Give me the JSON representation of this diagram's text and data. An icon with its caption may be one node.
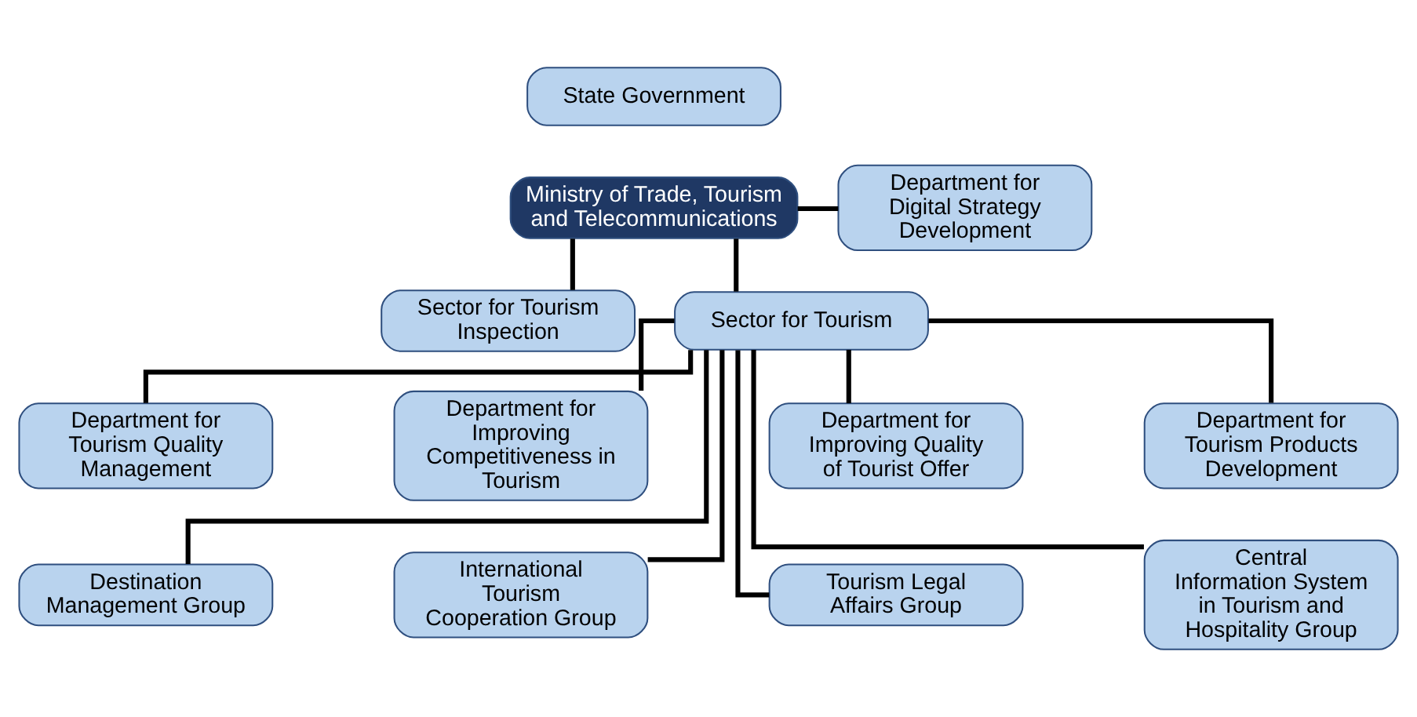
{
  "diagram": {
    "nodes": [
      {
        "text": [
          "State Government"
        ]
      },
      {
        "text": [
          "Ministry of Trade, Tourism and Telecommunications"
        ]
      },
      {
        "text": [
          "Department for Digital Strategy Development"
        ]
      },
      {
        "text": [
          "Sector for Tourism Inspection"
        ]
      },
      {
        "text": [
          "Sector for Tourism"
        ]
      },
      {
        "text": [
          "Department for Tourism Quality Management"
        ]
      },
      {
        "text": [
          "Department for Improving Competitiveness in Tourism"
        ]
      },
      {
        "text": [
          "Department for Improving Quality of Tourist Offer"
        ]
      },
      {
        "text": [
          "Department for Tourism Products Development"
        ]
      },
      {
        "text": [
          "Destination Management Group"
        ]
      },
      {
        "text": [
          "International Tourism Cooperation Group"
        ]
      },
      {
        "text": [
          "Tourism Legal Affairs Group"
        ]
      },
      {
        "text": [
          "Central Information System in Tourism and Hospitality Group"
        ]
      }
    ],
    "edges": [
      {
        "from": 1,
        "to": 2,
        "arrow": "none"
      },
      {
        "from": 1,
        "to": 3,
        "arrow": "none"
      },
      {
        "from": 1,
        "to": 4,
        "arrow": "none"
      },
      {
        "from": 4,
        "to": 5,
        "arrow": "none"
      },
      {
        "from": 4,
        "to": 6,
        "arrow": "none"
      },
      {
        "from": 4,
        "to": 7,
        "arrow": "none"
      },
      {
        "from": 4,
        "to": 8,
        "arrow": "none"
      },
      {
        "from": 4,
        "to": 9,
        "arrow": "none"
      },
      {
        "from": 4,
        "to": 10,
        "arrow": "none"
      },
      {
        "from": 4,
        "to": 11,
        "arrow": "none"
      },
      {
        "from": 4,
        "to": 12,
        "arrow": "none"
      }
    ]
  }
}
